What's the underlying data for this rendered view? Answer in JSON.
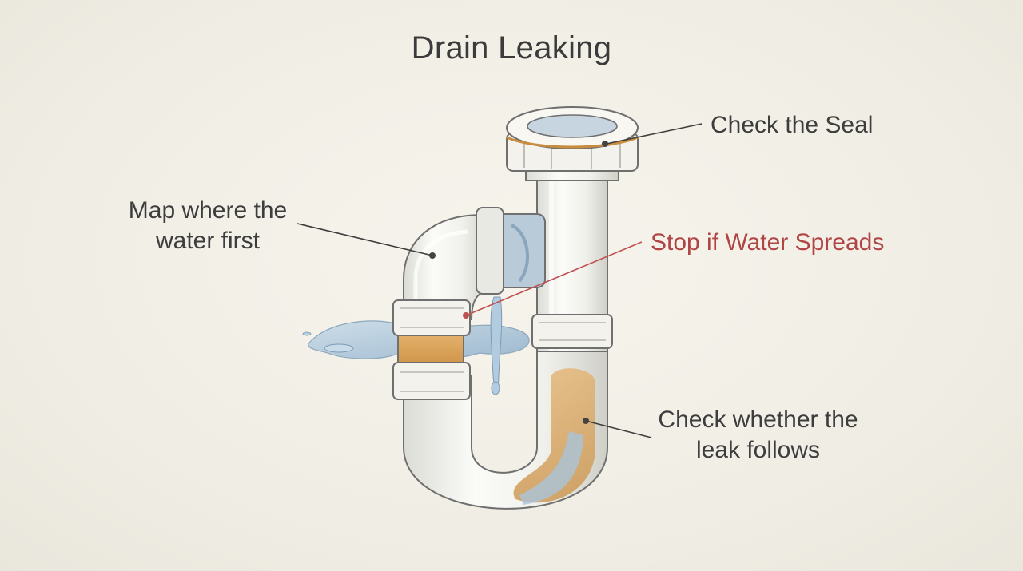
{
  "diagram": {
    "title": "Drain Leaking",
    "callouts": {
      "seal": "Check the Seal",
      "map": "Map where the water first",
      "stop": "Stop if Water Spreads",
      "follow": "Check whether the leak follows"
    }
  },
  "colors": {
    "background": "#f2f0e7",
    "pipe": "#f7f6f1",
    "pipe_outline": "#6f6f6f",
    "water": "#a9c4da",
    "stain": "#d9a35a",
    "warning_text": "#b04444"
  },
  "icons": [
    "p-trap-drain-pipe",
    "water-puddle-icon",
    "water-drip-icon"
  ]
}
